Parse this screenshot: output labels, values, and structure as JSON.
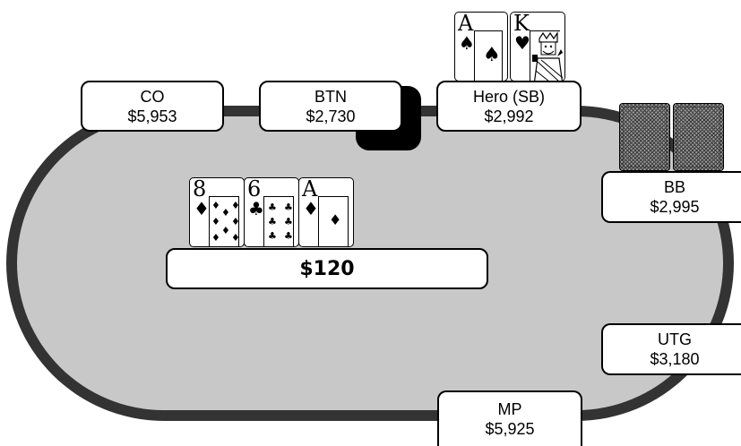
{
  "pot": {
    "amount": "$120"
  },
  "seats": {
    "co": {
      "position": "CO",
      "stack": "$5,953"
    },
    "btn": {
      "position": "BTN",
      "stack": "$2,730"
    },
    "hero": {
      "position": "Hero (SB)",
      "stack": "$2,992"
    },
    "bb": {
      "position": "BB",
      "stack": "$2,995"
    },
    "utg": {
      "position": "UTG",
      "stack": "$3,180"
    },
    "mp": {
      "position": "MP",
      "stack": "$5,925"
    }
  },
  "hero_cards": [
    {
      "rank": "A",
      "suit": "♠",
      "suit_name": "spades"
    },
    {
      "rank": "K",
      "suit": "♥",
      "suit_name": "hearts"
    }
  ],
  "board_cards": [
    {
      "rank": "8",
      "suit": "♦",
      "suit_name": "diamonds"
    },
    {
      "rank": "6",
      "suit": "♣",
      "suit_name": "clubs"
    },
    {
      "rank": "A",
      "suit": "♦",
      "suit_name": "diamonds"
    }
  ],
  "colors": {
    "felt": "#c8c8c8",
    "rail": "#333333",
    "dealer_button": "#000000"
  }
}
